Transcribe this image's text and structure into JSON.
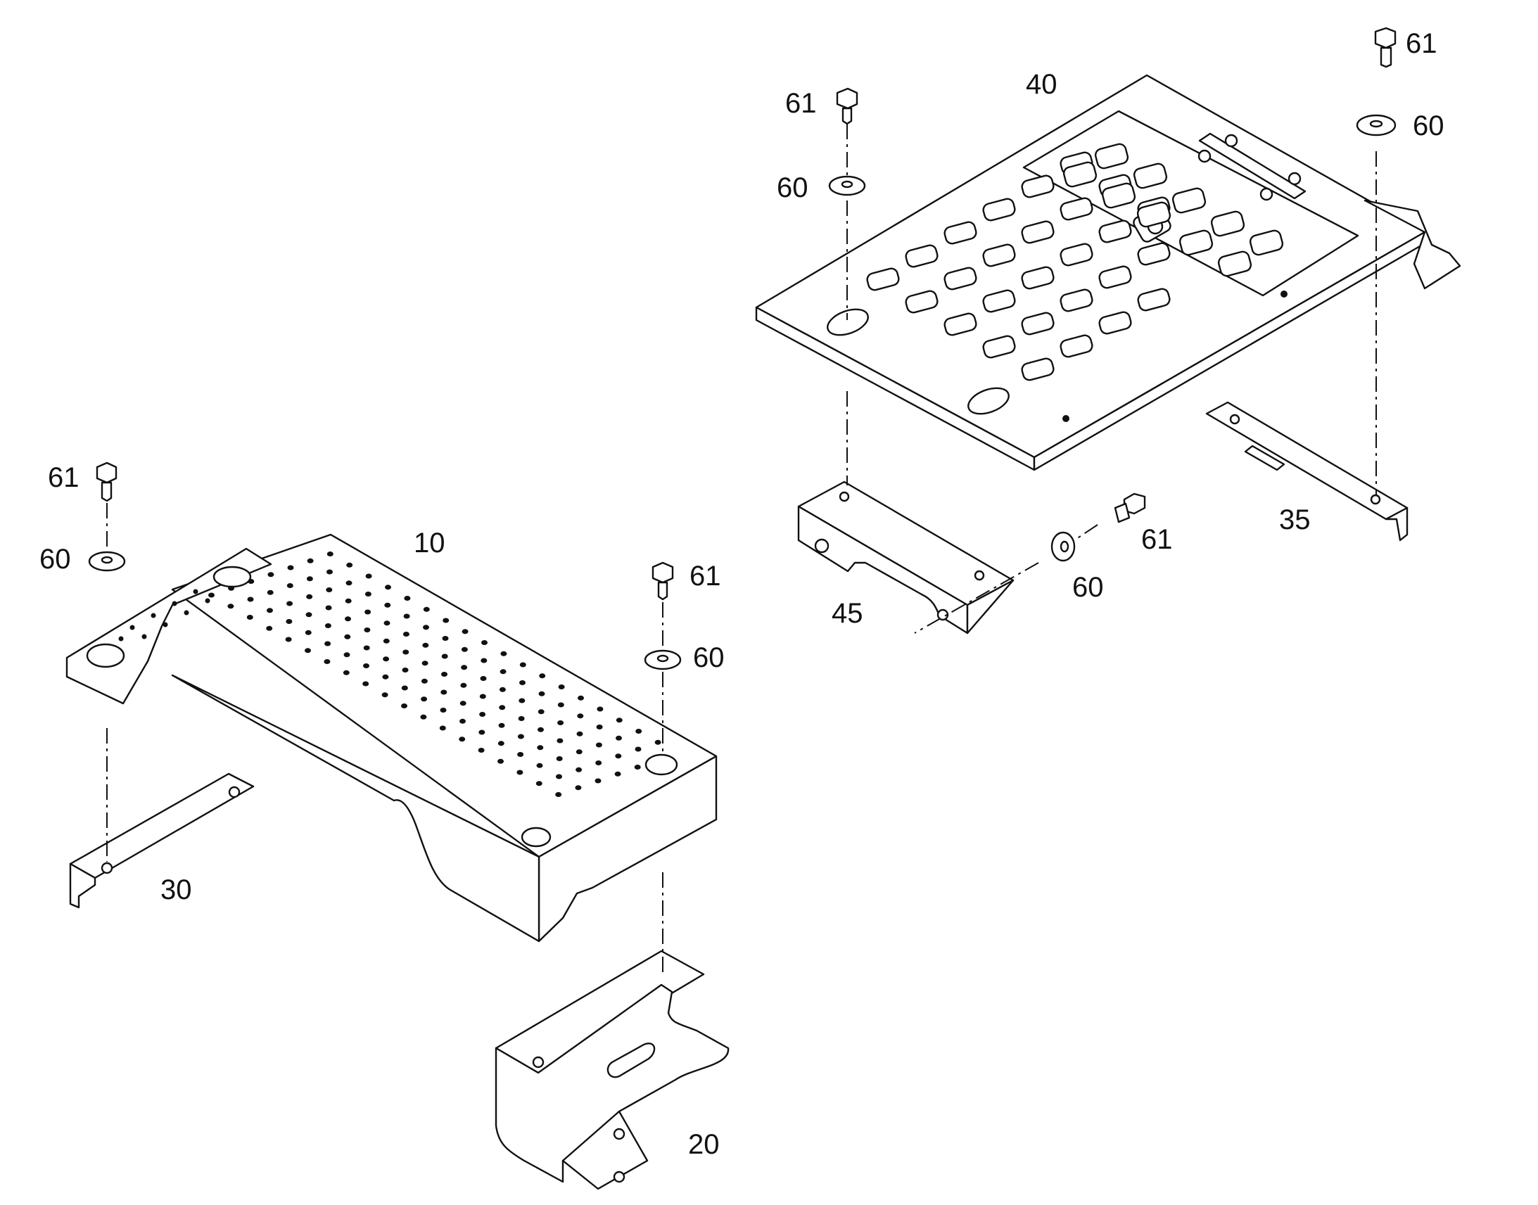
{
  "callouts": {
    "p10": "10",
    "p20": "20",
    "p30": "30",
    "p35": "35",
    "p40": "40",
    "p45": "45",
    "bolt_a": "61",
    "washer_a": "60",
    "bolt_b": "61",
    "washer_b": "60",
    "bolt_c": "61",
    "washer_c": "60",
    "bolt_d": "61",
    "washer_d": "60",
    "bolt_e": "61",
    "washer_e": "60"
  },
  "colors": {
    "line": "#111111",
    "background": "#ffffff"
  }
}
